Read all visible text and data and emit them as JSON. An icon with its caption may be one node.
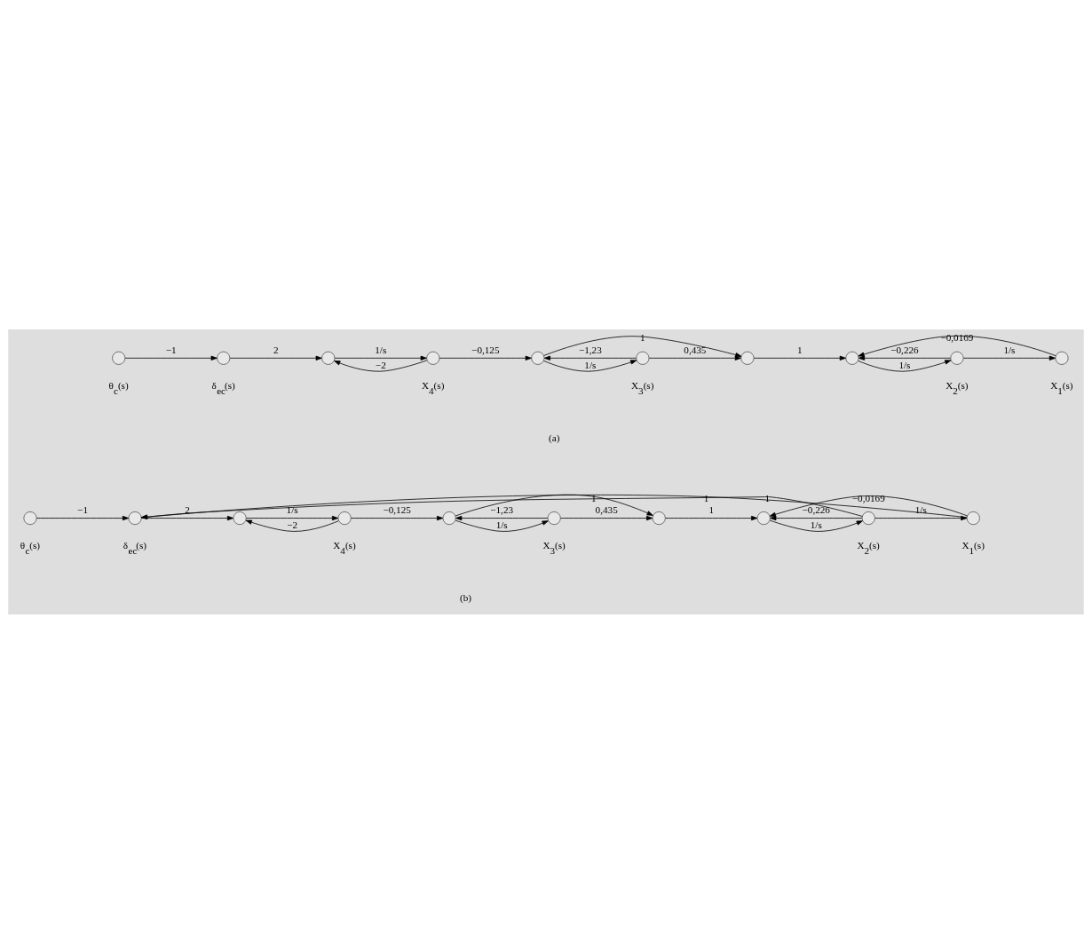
{
  "diagram": {
    "nodes": [
      {
        "text": [],
        "shape": "circle",
        "beside": [
          "θ$_{c}$(s)"
        ]
      },
      {
        "text": [],
        "shape": "circle",
        "beside": [
          "δ$_{ec}$(s)"
        ]
      },
      {
        "text": [],
        "shape": "circle"
      },
      {
        "text": [],
        "shape": "circle",
        "beside": [
          "X$_{4}$(s)"
        ]
      },
      {
        "text": [],
        "shape": "circle"
      },
      {
        "text": [],
        "shape": "circle",
        "beside": [
          "X$_{3}$(s)"
        ]
      },
      {
        "text": [],
        "shape": "circle"
      },
      {
        "text": [],
        "shape": "circle"
      },
      {
        "text": [],
        "shape": "circle",
        "beside": [
          "X$_{2}$(s)"
        ]
      },
      {
        "text": [],
        "shape": "circle",
        "beside": [
          "X$_{1}$(s)"
        ]
      },
      {
        "text": [],
        "shape": "circle",
        "beside": [
          "θ$_{c}$(s)"
        ]
      },
      {
        "text": [],
        "shape": "circle",
        "beside": [
          "δ$_{ec}$(s)"
        ]
      },
      {
        "text": [],
        "shape": "circle"
      },
      {
        "text": [],
        "shape": "circle",
        "beside": [
          "X$_{4}$(s)"
        ]
      },
      {
        "text": [],
        "shape": "circle"
      },
      {
        "text": [],
        "shape": "circle",
        "beside": [
          "X$_{3}$(s)"
        ]
      },
      {
        "text": [],
        "shape": "circle"
      },
      {
        "text": [],
        "shape": "circle"
      },
      {
        "text": [],
        "shape": "circle",
        "beside": [
          "X$_{2}$(s)"
        ]
      },
      {
        "text": [],
        "shape": "circle",
        "beside": [
          "X$_{1}$(s)"
        ]
      }
    ],
    "edges": [
      {
        "from": 0,
        "to": 1,
        "arrow": "to",
        "label": "−1"
      },
      {
        "from": 1,
        "to": 2,
        "arrow": "to",
        "label": "2"
      },
      {
        "from": 2,
        "to": 3,
        "arrow": "to",
        "label": "1/s"
      },
      {
        "from": 3,
        "to": 2,
        "arrow": "to",
        "label": "−2"
      },
      {
        "from": 3,
        "to": 4,
        "arrow": "to",
        "label": "−0,125"
      },
      {
        "from": 4,
        "to": 5,
        "arrow": "to",
        "label": "1/s"
      },
      {
        "from": 5,
        "to": 4,
        "arrow": "to",
        "label": "−1,23"
      },
      {
        "from": 4,
        "to": 6,
        "arrow": "to",
        "label": "1"
      },
      {
        "from": 5,
        "to": 6,
        "arrow": "to",
        "label": "0,435"
      },
      {
        "from": 6,
        "to": 7,
        "arrow": "to",
        "label": "1"
      },
      {
        "from": 7,
        "to": 8,
        "arrow": "to",
        "label": "1/s"
      },
      {
        "from": 8,
        "to": 7,
        "arrow": "to",
        "label": "−0,226"
      },
      {
        "from": 8,
        "to": 9,
        "arrow": "to",
        "label": "1/s"
      },
      {
        "from": 9,
        "to": 7,
        "arrow": "to",
        "label": "−0,0169"
      },
      {
        "from": 10,
        "to": 11,
        "arrow": "to",
        "label": "−1"
      },
      {
        "from": 11,
        "to": 12,
        "arrow": "to",
        "label": "2"
      },
      {
        "from": 12,
        "to": 13,
        "arrow": "to",
        "label": "1/s"
      },
      {
        "from": 13,
        "to": 12,
        "arrow": "to",
        "label": "−2"
      },
      {
        "from": 13,
        "to": 14,
        "arrow": "to",
        "label": "−0,125"
      },
      {
        "from": 14,
        "to": 15,
        "arrow": "to",
        "label": "1/s"
      },
      {
        "from": 15,
        "to": 14,
        "arrow": "to",
        "label": "−1,23"
      },
      {
        "from": 14,
        "to": 16,
        "arrow": "to",
        "label": "1"
      },
      {
        "from": 15,
        "to": 16,
        "arrow": "to",
        "label": "0,435"
      },
      {
        "from": 16,
        "to": 17,
        "arrow": "to",
        "label": "1"
      },
      {
        "from": 17,
        "to": 18,
        "arrow": "to",
        "label": "1/s"
      },
      {
        "from": 18,
        "to": 17,
        "arrow": "to",
        "label": "−0,226"
      },
      {
        "from": 18,
        "to": 19,
        "arrow": "to",
        "label": "1/s"
      },
      {
        "from": 19,
        "to": 17,
        "arrow": "to",
        "label": "−0,0169"
      },
      {
        "from": 18,
        "to": 11,
        "arrow": "to",
        "label": "1"
      },
      {
        "from": 19,
        "to": 11,
        "arrow": "to",
        "label": "1"
      }
    ],
    "labels": [
      "(a)",
      "(b)"
    ]
  }
}
